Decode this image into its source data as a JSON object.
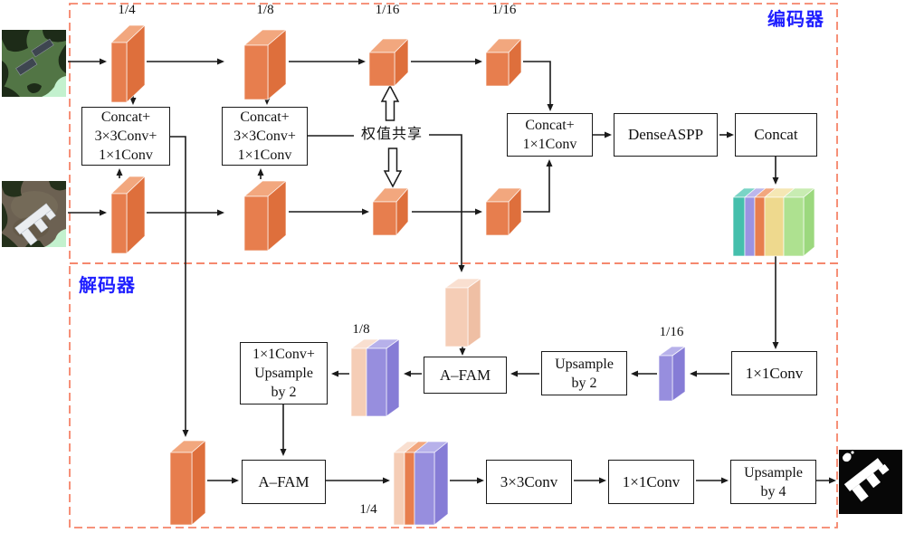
{
  "palette": {
    "dashed_border": "#F5846A",
    "section_label_blue": "#1F1FFF",
    "arrow_black": "#1A1A1A",
    "block_orange": "#E77E4E",
    "block_orange_top": "#F2A77E",
    "block_orange_side": "#DE6F3C",
    "block_pink": "#F5CDB6",
    "block_purple": "#978EDE",
    "strip_teal": "#45BFAC",
    "strip_yellow": "#EED98E",
    "strip_green": "#AEE190"
  },
  "sections": {
    "encoder_label": "编码器",
    "decoder_label": "解码器"
  },
  "annotations": {
    "weight_share": "权值共享"
  },
  "scale_labels": {
    "enc_s1": "1/4",
    "enc_s2": "1/8",
    "enc_s3": "1/16",
    "enc_s4": "1/16",
    "dec_s8": "1/8",
    "dec_s16": "1/16",
    "dec_s4": "1/4"
  },
  "boxes": {
    "siam_conv_1": "Concat+\n3×3Conv+\n1×1Conv",
    "siam_conv_2": "Concat+\n3×3Conv+\n1×1Conv",
    "fuse_conv": "Concat+\n1×1Conv",
    "denseaspp": "DenseASPP",
    "concat": "Concat",
    "conv_upsample2": "1×1Conv+\nUpsample\nby 2",
    "afam_1": "A–FAM",
    "upsample2": "Upsample\nby 2",
    "conv1x1_top": "1×1Conv",
    "afam_2": "A–FAM",
    "conv3x3": "3×3Conv",
    "conv1x1_bottom": "1×1Conv",
    "upsample4": "Upsample\nby 4"
  },
  "images": {
    "input_top": "aerial-photo-time1",
    "input_bottom": "aerial-photo-time2",
    "output": "change-detection-mask"
  }
}
